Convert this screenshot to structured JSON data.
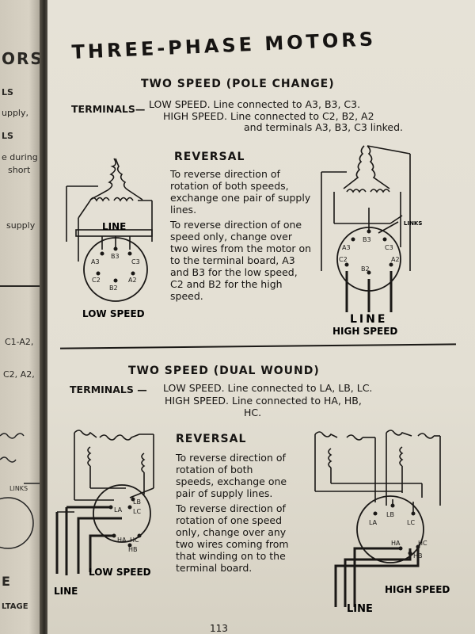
{
  "left_page": {
    "fragments": [
      "ORS",
      "LS",
      "upply,",
      "LS",
      "e during",
      "short",
      "supply",
      "C1-A2,",
      "C2, A2,",
      "LINKS",
      "E",
      "LTAGE"
    ]
  },
  "page": {
    "title": "THREE-PHASE MOTORS",
    "page_number": "113"
  },
  "section1": {
    "heading": "TWO SPEED (POLE CHANGE)",
    "terminals_label": "TERMINALS—",
    "low_speed": "LOW SPEED. Line connected to A3, B3, C3.",
    "high_speed_1": "HIGH SPEED. Line connected to C2, B2, A2",
    "high_speed_2": "and terminals A3, B3, C3 linked.",
    "reversal_heading": "REVERSAL",
    "reversal_p1": "To reverse direction of rotation of both speeds, exchange one pair of supply lines.",
    "reversal_p2": "To reverse direction of one speed only, change over two wires from the motor on to the terminal board, A3 and B3 for the low speed, C2 and B2 for the high speed.",
    "diagram_left": {
      "line_label": "LINE",
      "caption": "LOW SPEED",
      "terminals": [
        "B3",
        "A3",
        "C3",
        "C2",
        "A2",
        "B2"
      ]
    },
    "diagram_right": {
      "links_label": "LINKS",
      "line_label": "LINE",
      "caption": "HIGH SPEED",
      "terminals": [
        "B3",
        "A3",
        "C3",
        "C2",
        "A2",
        "B2"
      ]
    }
  },
  "section2": {
    "heading": "TWO SPEED (DUAL WOUND)",
    "terminals_label": "TERMINALS —",
    "low_speed": "LOW SPEED. Line connected to LA, LB, LC.",
    "high_speed_1": "HIGH SPEED. Line connected to HA, HB,",
    "high_speed_2": "HC.",
    "reversal_heading": "REVERSAL",
    "reversal_p1": "To reverse direction of rotation of both speeds, exchange one pair of supply lines.",
    "reversal_p2": "To reverse direction of rotation of one speed only, change over any two wires coming from that winding on to the terminal board.",
    "diagram_left": {
      "line_label": "LINE",
      "caption": "LOW SPEED",
      "terminals": [
        "LB",
        "LA",
        "LC",
        "HA",
        "HC",
        "HB"
      ]
    },
    "diagram_right": {
      "line_label": "LINE",
      "caption": "HIGH SPEED",
      "terminals": [
        "LA",
        "LB",
        "LC",
        "HA",
        "HC",
        "HB"
      ]
    }
  }
}
